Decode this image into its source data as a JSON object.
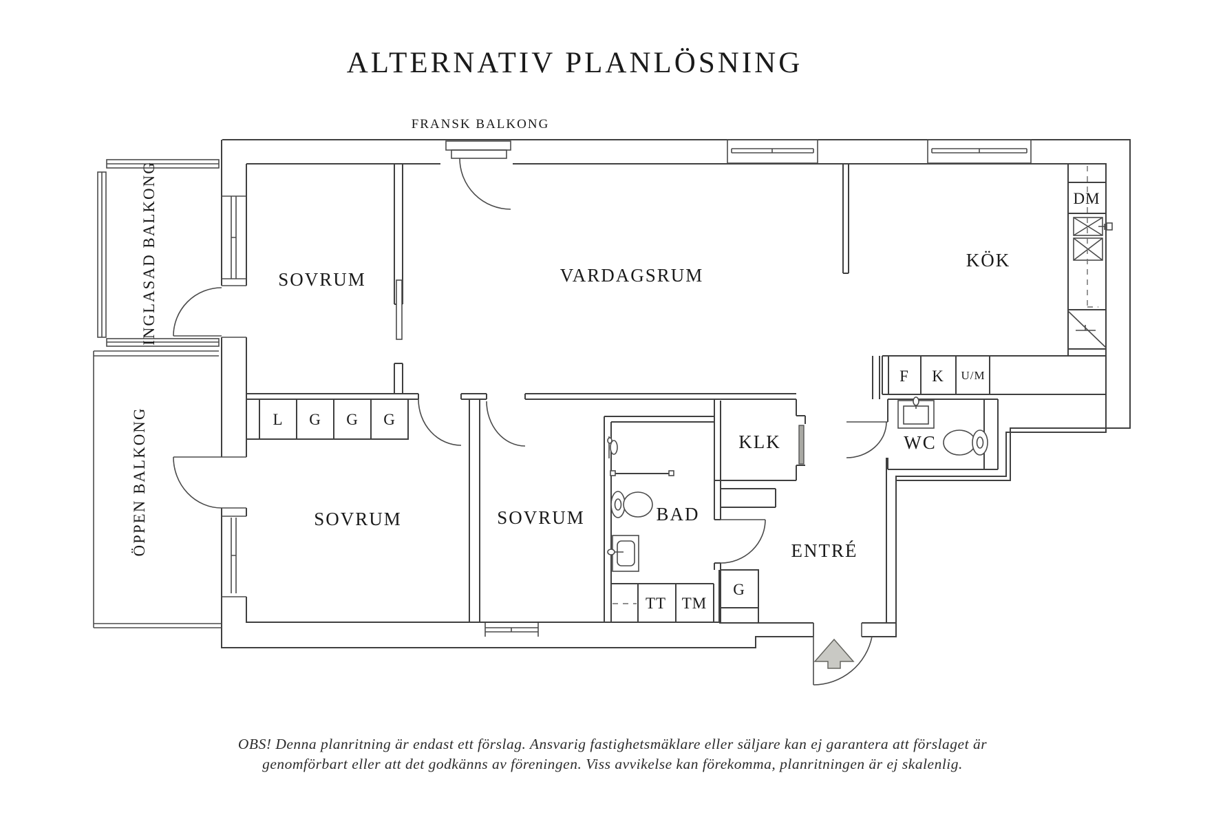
{
  "title": "ALTERNATIV PLANLÖSNING",
  "floorplan": {
    "balcony_top_label": "FRANSK BALKONG",
    "balconies": {
      "inglasad": "INGLASAD BALKONG",
      "oppen": "ÖPPEN BALKONG"
    },
    "rooms": {
      "sovrum_upper": "SOVRUM",
      "sovrum_lower_left": "SOVRUM",
      "sovrum_middle": "SOVRUM",
      "vardagsrum": "VARDAGSRUM",
      "kok": "KÖK",
      "klk": "KLK",
      "bad": "BAD",
      "wc": "WC",
      "entre": "ENTRÉ"
    },
    "appliances": {
      "dm": "DM",
      "f": "F",
      "k": "K",
      "um": "U/M",
      "l": "L",
      "g1": "G",
      "g2": "G",
      "g3": "G",
      "tt": "TT",
      "tm": "TM",
      "g_hall": "G"
    }
  },
  "disclaimer": {
    "line1": "OBS! Denna planritning är endast ett förslag. Ansvarig fastighetsmäklare eller säljare kan ej garantera att förslaget är",
    "line2": "genomförbart eller att det godkänns av föreningen. Viss avvikelse kan förekomma, planritningen är ej skalenlig."
  },
  "colors": {
    "wall_line": "#3f3f3f",
    "text": "#1a1a1a",
    "entrance_arrow_fill": "#c9c9c4"
  }
}
